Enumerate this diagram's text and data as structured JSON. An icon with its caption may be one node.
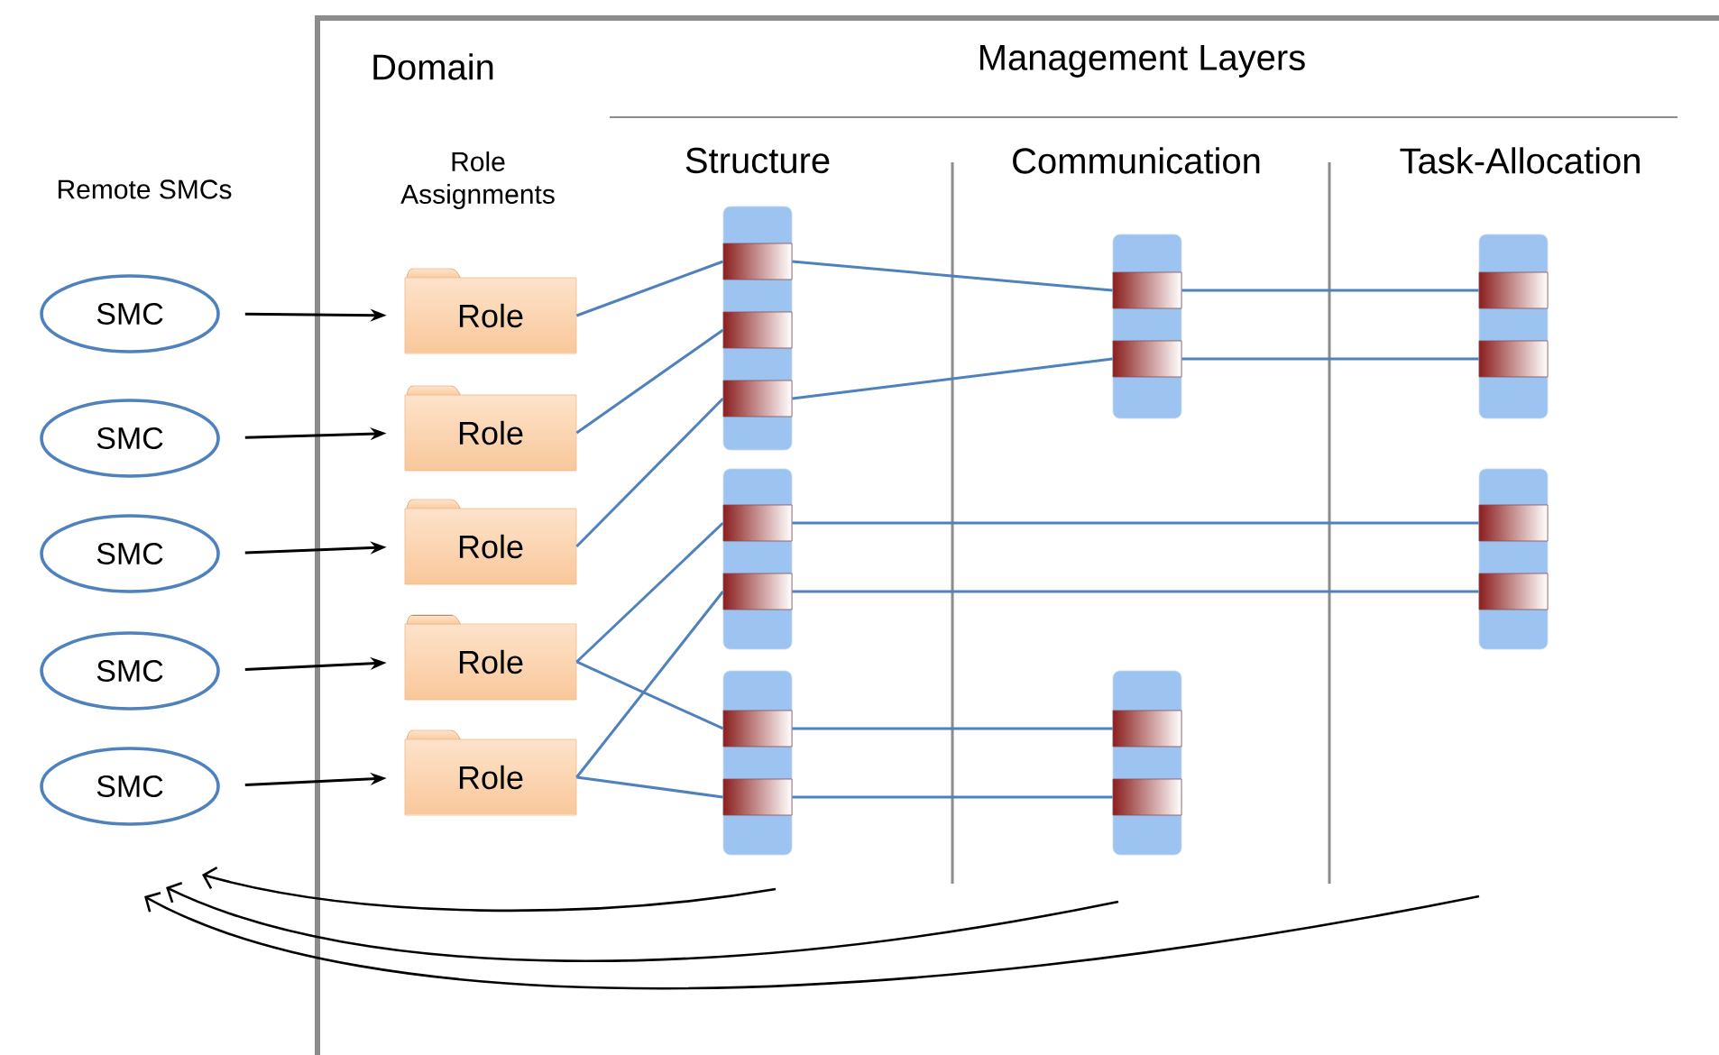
{
  "diagram": {
    "nodes": [
      {
        "text": [
          "SMC"
        ]
      },
      {
        "text": [
          "SMC"
        ]
      },
      {
        "text": [
          "SMC"
        ]
      },
      {
        "text": [
          "SMC"
        ]
      },
      {
        "text": [
          "SMC"
        ]
      },
      {
        "text": [
          "Role"
        ]
      },
      {
        "text": [
          "Role"
        ]
      },
      {
        "text": [
          "Role"
        ]
      },
      {
        "text": [
          "Role"
        ]
      },
      {
        "text": [
          "Role"
        ]
      },
      {
        "text": [],
        "shape": "bar"
      },
      {
        "text": [],
        "shape": "box",
        "in": 10
      },
      {
        "text": [],
        "shape": "box",
        "in": 10
      },
      {
        "text": [],
        "shape": "box",
        "in": 10
      },
      {
        "text": [],
        "shape": "bar"
      },
      {
        "text": [],
        "shape": "box",
        "in": 14
      },
      {
        "text": [],
        "shape": "box",
        "in": 14
      },
      {
        "text": [],
        "shape": "bar"
      },
      {
        "text": [],
        "shape": "box",
        "in": 17
      },
      {
        "text": [],
        "shape": "box",
        "in": 17
      },
      {
        "text": [],
        "shape": "bar"
      },
      {
        "text": [],
        "shape": "box",
        "in": 20
      },
      {
        "text": [],
        "shape": "box",
        "in": 20
      },
      {
        "text": [],
        "shape": "bar"
      },
      {
        "text": [],
        "shape": "box",
        "in": 23
      },
      {
        "text": [],
        "shape": "box",
        "in": 23
      },
      {
        "text": [],
        "shape": "bar"
      },
      {
        "text": [],
        "shape": "box",
        "in": 26
      },
      {
        "text": [],
        "shape": "box",
        "in": 26
      },
      {
        "text": [],
        "shape": "bar"
      },
      {
        "text": [],
        "shape": "box",
        "in": 29
      },
      {
        "text": [],
        "shape": "box",
        "in": 29
      }
    ],
    "edges": [
      {
        "from": 0,
        "to": 5,
        "arrow": "to",
        "color": "#000000"
      },
      {
        "from": 1,
        "to": 6,
        "arrow": "to",
        "color": "#000000"
      },
      {
        "from": 2,
        "to": 7,
        "arrow": "to",
        "color": "#000000"
      },
      {
        "from": 3,
        "to": 8,
        "arrow": "to",
        "color": "#000000"
      },
      {
        "from": 4,
        "to": 9,
        "arrow": "to",
        "color": "#000000"
      },
      {
        "from": 5,
        "to": 11,
        "arrow": "none"
      },
      {
        "from": 6,
        "to": 12,
        "arrow": "none"
      },
      {
        "from": 7,
        "to": 13,
        "arrow": "none"
      },
      {
        "from": 8,
        "to": 15,
        "arrow": "none"
      },
      {
        "from": 8,
        "to": 18,
        "arrow": "none"
      },
      {
        "from": 9,
        "to": 16,
        "arrow": "none"
      },
      {
        "from": 9,
        "to": 19,
        "arrow": "none"
      },
      {
        "from": 11,
        "to": 21,
        "arrow": "none"
      },
      {
        "from": 13,
        "to": 22,
        "arrow": "none"
      },
      {
        "from": 21,
        "to": 27,
        "arrow": "none"
      },
      {
        "from": 22,
        "to": 28,
        "arrow": "none"
      },
      {
        "from": 15,
        "to": 30,
        "arrow": "none"
      },
      {
        "from": 16,
        "to": 31,
        "arrow": "none"
      },
      {
        "from": 18,
        "to": 24,
        "arrow": "none"
      },
      {
        "from": 19,
        "to": 25,
        "arrow": "none"
      }
    ],
    "labels": [
      "Domain",
      "Management Layers",
      "Remote SMCs",
      "Role Assignments",
      "Structure",
      "Communication",
      "Task-Allocation"
    ]
  }
}
